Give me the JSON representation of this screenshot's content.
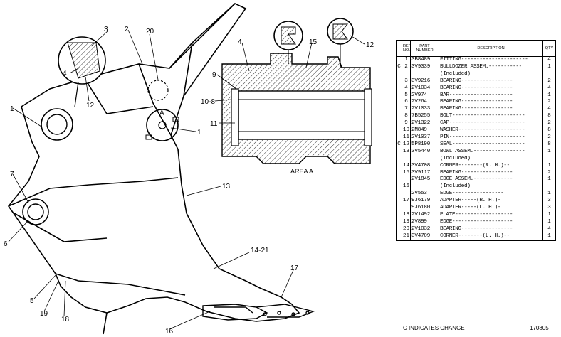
{
  "callouts": [
    "1",
    "2",
    "3",
    "4",
    "12",
    "20",
    "A",
    "1",
    "7",
    "6",
    "5",
    "19",
    "18",
    "16",
    "17",
    "14-21",
    "13",
    "9",
    "10-8",
    "11",
    "4",
    "15",
    "12"
  ],
  "area_label": "AREA A",
  "table": {
    "headers": {
      "ref_no": "REF. NO.",
      "part_number": "PART NUMBER",
      "description": "DESCRIPTION",
      "qty": "QTY"
    },
    "rows": [
      {
        "c": "",
        "ref": "1",
        "part": "3B8489",
        "desc": "FITTING----------------------",
        "qty": "4"
      },
      {
        "c": "C",
        "ref": "2",
        "part": "3V9339",
        "desc": "BULLDOZER ASSEM.-----------",
        "qty": "1"
      },
      {
        "c": "",
        "ref": "",
        "part": "",
        "desc": "      (Included)",
        "qty": ""
      },
      {
        "c": "",
        "ref": "3",
        "part": "3V9216",
        "desc": "   BEARING-----------------",
        "qty": "2"
      },
      {
        "c": "",
        "ref": "4",
        "part": "2V1034",
        "desc": "   BEARING-----------------",
        "qty": "4"
      },
      {
        "c": "",
        "ref": "5",
        "part": "2V974",
        "desc": "   BAR---------------------",
        "qty": "1"
      },
      {
        "c": "",
        "ref": "6",
        "part": "2V264",
        "desc": "   BEARING-----------------",
        "qty": "2"
      },
      {
        "c": "",
        "ref": "7",
        "part": "2V1033",
        "desc": "   BEARING-----------------",
        "qty": "4"
      },
      {
        "c": "",
        "ref": "8",
        "part": "7B5255",
        "desc": "BOLT------------------------",
        "qty": "8"
      },
      {
        "c": "",
        "ref": "9",
        "part": "2V1322",
        "desc": "CAP-------------------------",
        "qty": "2"
      },
      {
        "c": "",
        "ref": "10",
        "part": "2M849",
        "desc": "WASHER----------------------",
        "qty": "8"
      },
      {
        "c": "",
        "ref": "11",
        "part": "2V1037",
        "desc": "PIN-------------------------",
        "qty": "2"
      },
      {
        "c": "C",
        "ref": "12",
        "part": "5P8190",
        "desc": "SEAL------------------------",
        "qty": "8"
      },
      {
        "c": "",
        "ref": "13",
        "part": "3V5440",
        "desc": "BOWL ASSEM.-----------------",
        "qty": "1"
      },
      {
        "c": "",
        "ref": "",
        "part": "",
        "desc": "   (Included)",
        "qty": ""
      },
      {
        "c": "",
        "ref": "14",
        "part": "3V4708",
        "desc": "   CORNER--------(R. H.)--",
        "qty": "1"
      },
      {
        "c": "",
        "ref": "15",
        "part": "3V9117",
        "desc": "   BEARING-----------------",
        "qty": "2"
      },
      {
        "c": "",
        "ref": "",
        "part": "2V1845",
        "desc": "   EDGE ASSEM.-------------",
        "qty": "1"
      },
      {
        "c": "",
        "ref": "16",
        "part": "",
        "desc": "      (Included)",
        "qty": ""
      },
      {
        "c": "",
        "ref": "",
        "part": "2V553",
        "desc": "      EDGE-----------------",
        "qty": "1"
      },
      {
        "c": "",
        "ref": "17",
        "part": "9J6179",
        "desc": "      ADAPTER-----(R. H.)-",
        "qty": "3"
      },
      {
        "c": "",
        "ref": "",
        "part": "9J6180",
        "desc": "      ADAPTER-----(L. H.)-",
        "qty": "3"
      },
      {
        "c": "",
        "ref": "18",
        "part": "2V1492",
        "desc": "   PLATE-------------------",
        "qty": "1"
      },
      {
        "c": "",
        "ref": "19",
        "part": "2V899",
        "desc": "   EDGE--------------------",
        "qty": "1"
      },
      {
        "c": "",
        "ref": "20",
        "part": "2V1032",
        "desc": "   BEARING-----------------",
        "qty": "4"
      },
      {
        "c": "",
        "ref": "21",
        "part": "3V4709",
        "desc": "   CORNER--------(L. H.)--",
        "qty": "1"
      }
    ]
  },
  "footer": {
    "note": "C INDICATES CHANGE",
    "code": "170805"
  }
}
